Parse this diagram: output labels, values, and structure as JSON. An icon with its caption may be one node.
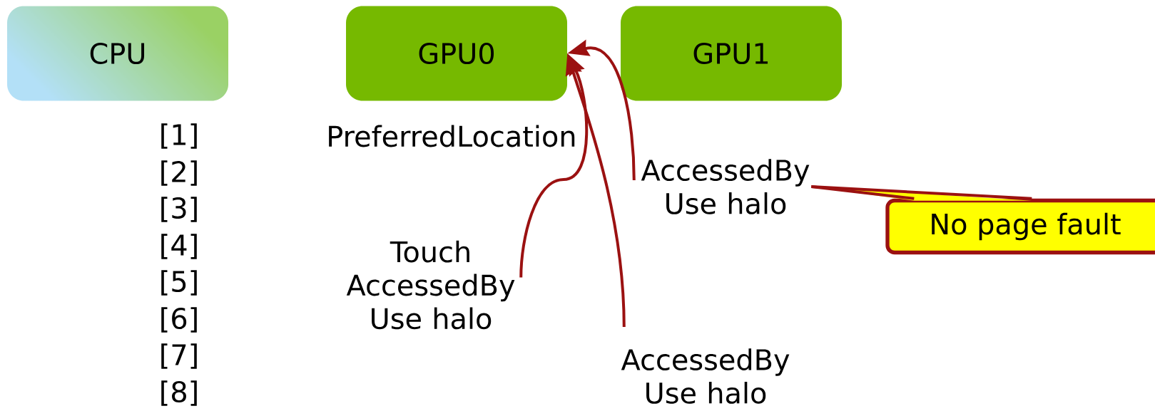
{
  "diagram": {
    "nodes": [
      {
        "text": [
          "CPU"
        ]
      },
      {
        "text": [
          "GPU0"
        ]
      },
      {
        "text": [
          "GPU1"
        ]
      },
      {
        "text": [
          "AccessedBy Use halo"
        ]
      },
      {
        "text": [
          "Touch AccessedBy Use halo"
        ]
      },
      {
        "text": [
          "AccessedBy Use halo"
        ]
      },
      {
        "text": [
          "No page fault"
        ]
      }
    ],
    "edges": [
      {
        "from": 3,
        "to": 1,
        "arrow": "to"
      },
      {
        "from": 4,
        "to": 1,
        "arrow": "to"
      },
      {
        "from": 5,
        "to": 1,
        "arrow": "to"
      },
      {
        "from": 6,
        "to": 3,
        "arrow": "none"
      }
    ],
    "labels": [
      "[1]",
      "PreferredLocation",
      "[2]",
      "[3]",
      "[4]",
      "[5]",
      "[6]",
      "[7]",
      "[8]"
    ]
  }
}
